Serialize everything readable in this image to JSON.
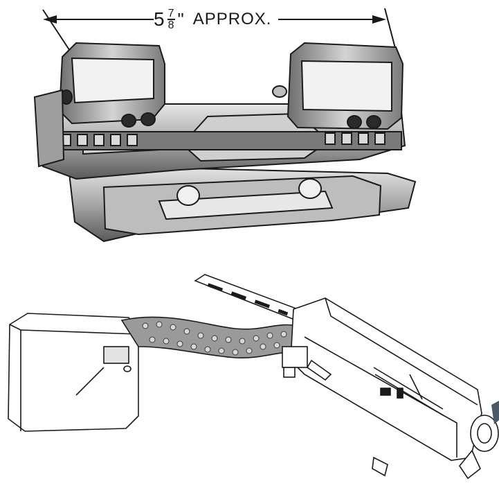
{
  "dimension_annotation": {
    "whole": "5",
    "numerator": "7",
    "denominator": "8",
    "unit": "\"",
    "qualifier": "APPROX."
  },
  "colors": {
    "ink": "#1a1a1a",
    "metal_light": "#d9d9d9",
    "metal_mid": "#9a9a9a",
    "metal_dark": "#3c3c3c",
    "marker": "#4a5963"
  }
}
